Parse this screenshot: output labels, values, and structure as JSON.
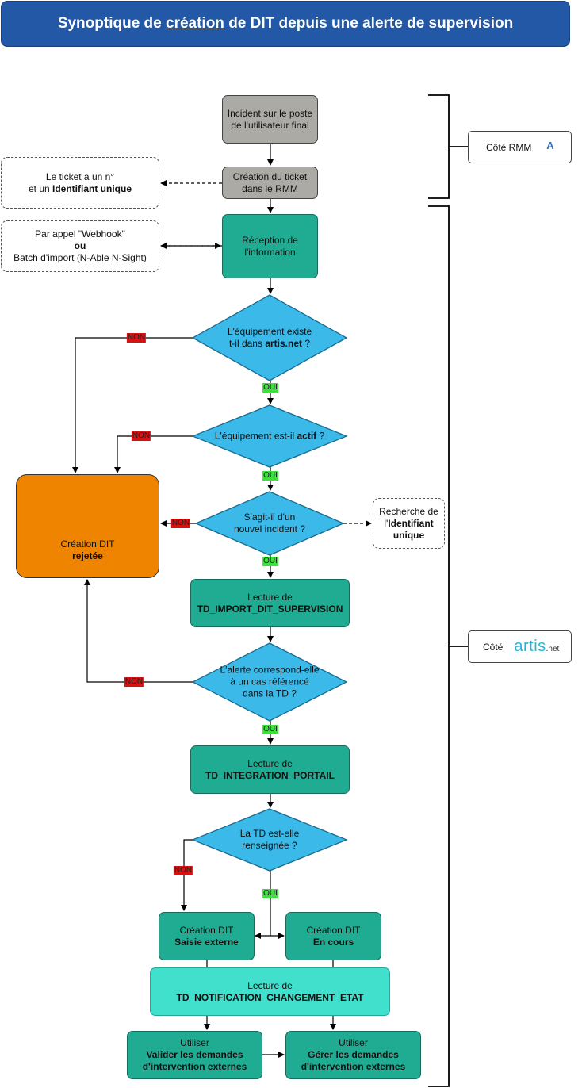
{
  "title": {
    "part1": "Synoptique de ",
    "underlined": "création",
    "part2": " de DIT depuis une alerte de supervision"
  },
  "nodes": {
    "incident": {
      "line1": "Incident sur le poste",
      "line2": "de l'utilisateur final"
    },
    "creation_ticket": {
      "line1": "Création du ticket",
      "line2": "dans le RMM"
    },
    "note_ticket": {
      "line1": "Le ticket a un n°",
      "line2_prefix": "et un ",
      "line2_bold": "Identifiant unique"
    },
    "note_webhook": {
      "line1": "Par appel \"Webhook\"",
      "line2": "ou",
      "line3": "Batch d'import (N-Able N-Sight)"
    },
    "reception": {
      "line1": "Réception de",
      "line2": "l'information"
    },
    "q_equip_existe": {
      "line1": "L'équipement existe",
      "line2_prefix": "t-il dans ",
      "line2_bold": "artis.net",
      "line2_suffix": " ?"
    },
    "q_equip_actif": {
      "prefix": "L'équipement est-il ",
      "bold": "actif",
      "suffix": " ?"
    },
    "q_nouvel_incident": {
      "line1": "S'agit-il d'un",
      "line2": "nouvel incident ?"
    },
    "note_recherche": {
      "line1": "Recherche de",
      "line2_prefix": "l'",
      "line2_bold": "Identifiant",
      "line3_bold": "unique"
    },
    "rejetee": {
      "line1": "Création DIT",
      "line2_bold": "rejetée"
    },
    "lecture_import": {
      "line1": "Lecture de",
      "line2_bold": "TD_IMPORT_DIT_SUPERVISION"
    },
    "q_alerte": {
      "line1": "L'alerte correspond-elle",
      "line2": "à un cas référencé",
      "line3": "dans la TD ?"
    },
    "lecture_integration": {
      "line1": "Lecture de",
      "line2_bold": "TD_INTEGRATION_PORTAIL"
    },
    "q_td": {
      "line1": "La TD est-elle",
      "line2": "renseignée ?"
    },
    "saisie_externe": {
      "line1": "Création DIT",
      "line2_bold": "Saisie externe"
    },
    "en_cours": {
      "line1": "Création DIT",
      "line2_bold": "En cours"
    },
    "lecture_notification": {
      "line1": "Lecture de",
      "line2_bold": "TD_NOTIFICATION_CHANGEMENT_ETAT"
    },
    "valider": {
      "line1": "Utiliser",
      "line2_bold": "Valider les demandes",
      "line3_bold": "d'intervention externes"
    },
    "gerer": {
      "line1": "Utiliser",
      "line2_bold": "Gérer les demandes",
      "line3_bold": "d'intervention externes"
    }
  },
  "labels": {
    "non": "NON",
    "oui": "OUI"
  },
  "side": {
    "rmm_label": "Côté RMM",
    "rmm_logo_letter": "A",
    "artis_label": "Côté",
    "artis_logo_main": "artis",
    "artis_logo_suffix": ".net"
  },
  "colors": {
    "title_bg": "#2258a5",
    "grey": "#acaaa5",
    "teal": "#20ac92",
    "cyan_box": "#40e0cc",
    "diamond": "#3bb9e9",
    "orange": "#ef8400",
    "non": "#d41414",
    "oui": "#3ee03e"
  }
}
